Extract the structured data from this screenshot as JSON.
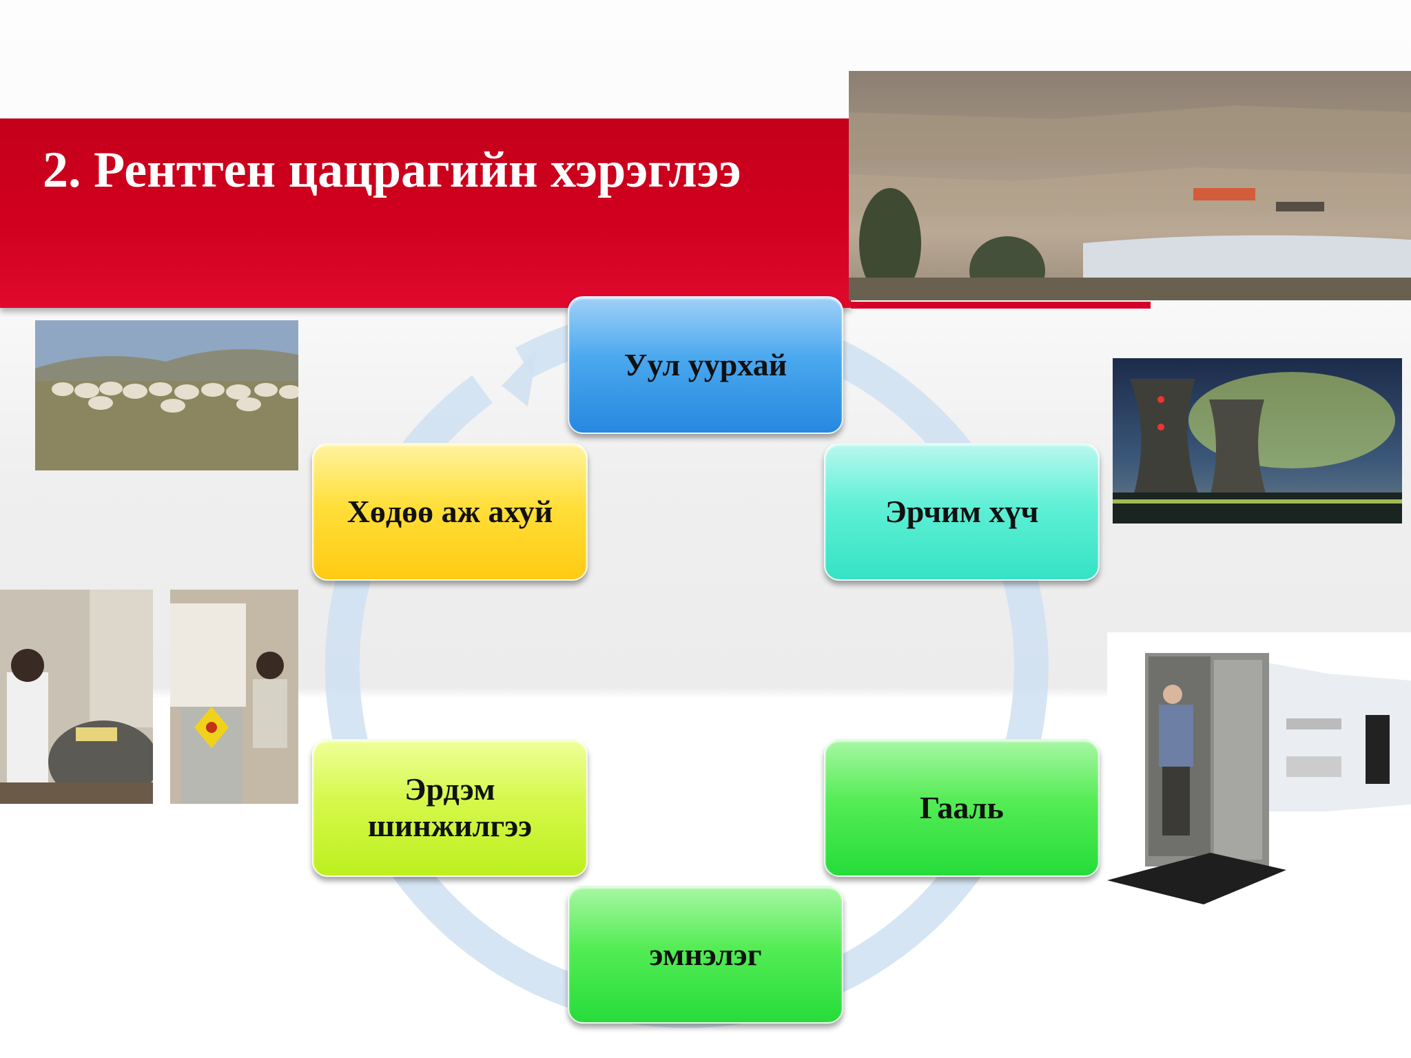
{
  "title": "2. Рентген цацрагийн хэрэглээ",
  "cycle": {
    "nodes": [
      {
        "id": "mining",
        "label": "Уул уурхай",
        "color": "#3a9ae8"
      },
      {
        "id": "energy",
        "label": "Эрчим хүч",
        "color": "#4aead0"
      },
      {
        "id": "customs",
        "label": "Гааль",
        "color": "#3ee24a"
      },
      {
        "id": "hospital",
        "label": "эмнэлэг",
        "color": "#3ee24a"
      },
      {
        "id": "research",
        "label": "Эрдэм шинжилгээ",
        "color": "#cdf53a"
      },
      {
        "id": "agriculture",
        "label": "Хөдөө аж ахуй",
        "color": "#ffd82a"
      }
    ],
    "arrow_color": "#cfe1f2"
  },
  "images": [
    "mine-landscape-photo",
    "sheep-herd-photo",
    "cooling-towers-photo",
    "laboratory-photos",
    "body-scanner-photo"
  ],
  "colors": {
    "title_band": "#d1001f",
    "title_text": "#ffffff"
  }
}
